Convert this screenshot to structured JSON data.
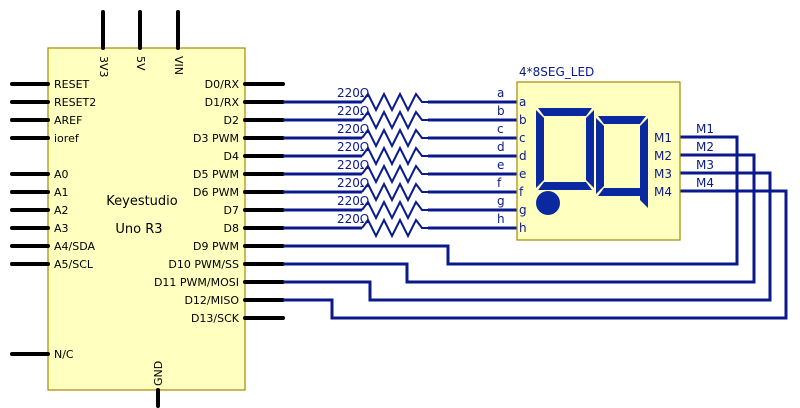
{
  "board": {
    "name": "Keyestudio",
    "model": "Uno R3",
    "top_pins": [
      "3V3",
      "5V",
      "VIN"
    ],
    "bottom_pin": "GND",
    "left_pins": [
      "RESET",
      "RESET2",
      "AREF",
      "ioref",
      "A0",
      "A1",
      "A2",
      "A3",
      "A4/SDA",
      "A5/SCL",
      "N/C"
    ],
    "right_pins": [
      "D0/RX",
      "D1/RX",
      "D2",
      "D3 PWM",
      "D4",
      "D5 PWM",
      "D6 PWM",
      "D7",
      "D8",
      "D9 PWM",
      "D10 PWM/SS",
      "D11 PWM/MOSI",
      "D12/MISO",
      "D13/SCK"
    ]
  },
  "resistors": {
    "value": "220Ω",
    "labels": [
      "220Ω",
      "220Ω",
      "220Ω",
      "220Ω",
      "220Ω",
      "220Ω",
      "220Ω",
      "220Ω"
    ]
  },
  "display": {
    "title": "4*8SEG_LED",
    "segment_pins": [
      "a",
      "b",
      "c",
      "d",
      "e",
      "f",
      "g",
      "h"
    ],
    "digit_pins": [
      "M1",
      "M2",
      "M3",
      "M4"
    ]
  },
  "colors": {
    "wire": "#0a1a8c",
    "chip_fill": "#ffffc0",
    "chip_border": "#a58a00",
    "segment": "#0a28a0"
  }
}
